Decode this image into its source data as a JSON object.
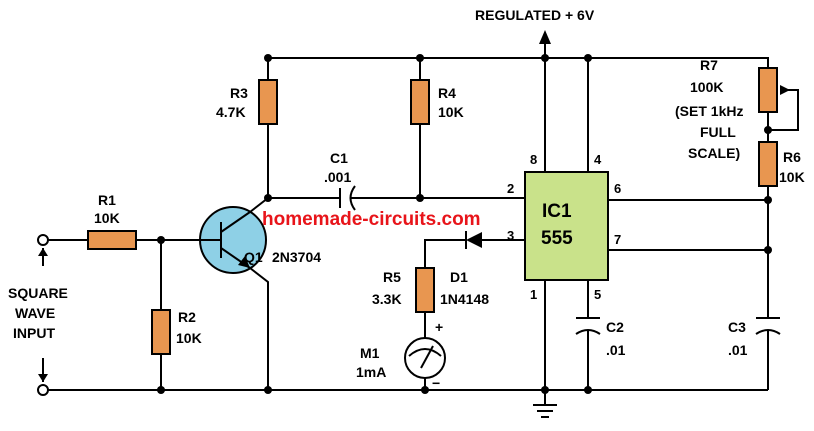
{
  "supply": {
    "label": "REGULATED + 6V"
  },
  "watermark": {
    "text": "homemade-circuits.com"
  },
  "input": {
    "line1": "SQUARE",
    "line2": "WAVE",
    "line3": "INPUT"
  },
  "components": {
    "r1": {
      "name": "R1",
      "value": "10K"
    },
    "r2": {
      "name": "R2",
      "value": "10K"
    },
    "r3": {
      "name": "R3",
      "value": "4.7K"
    },
    "r4": {
      "name": "R4",
      "value": "10K"
    },
    "r5": {
      "name": "R5",
      "value": "3.3K"
    },
    "r6": {
      "name": "R6",
      "value": "10K"
    },
    "r7": {
      "name": "R7",
      "value": "100K",
      "note1": "(SET 1kHz",
      "note2": "FULL",
      "note3": "SCALE)"
    },
    "c1": {
      "name": "C1",
      "value": ".001"
    },
    "c2": {
      "name": "C2",
      "value": ".01"
    },
    "c3": {
      "name": "C3",
      "value": ".01"
    },
    "q1": {
      "name": "Q1",
      "value": "2N3704"
    },
    "d1": {
      "name": "D1",
      "value": "1N4148"
    },
    "m1": {
      "name": "M1",
      "value": "1mA",
      "plus": "+",
      "minus": "−"
    },
    "ic1": {
      "name": "IC1",
      "value": "555"
    }
  },
  "pins": {
    "p1": "1",
    "p2": "2",
    "p3": "3",
    "p4": "4",
    "p5": "5",
    "p6": "6",
    "p7": "7",
    "p8": "8"
  },
  "colors": {
    "resistor": "#e89650",
    "ic_body": "#c9e28a",
    "transistor": "#8ed0e6",
    "watermark": "#e8141a"
  }
}
